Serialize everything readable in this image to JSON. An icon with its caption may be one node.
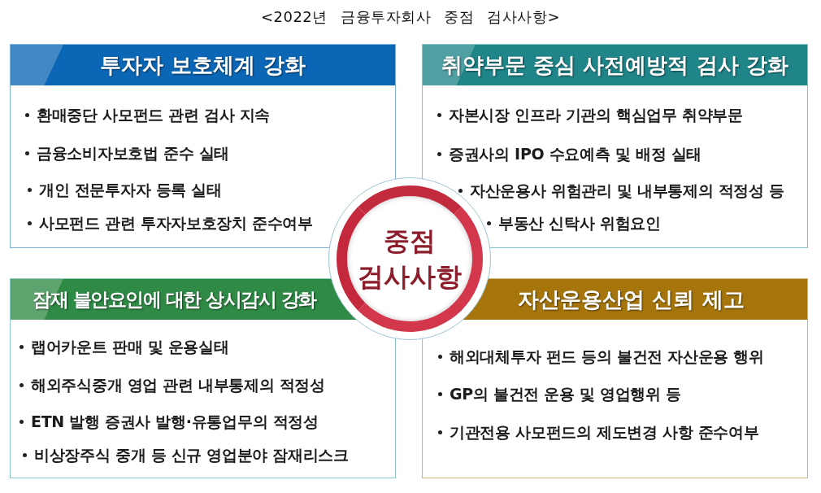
{
  "diagram": {
    "title": "<2022년 금융투자회사 중점 검사사항>",
    "nodes": [
      {
        "text": [
          "투자자 보호체계 강화",
          "환매중단 사모펀드 관련 검사 지속",
          "금융소비자보호법 준수 실태",
          "개인 전문투자자 등록 실태",
          "사모펀드 관련 투자자보호장치 준수여부"
        ]
      },
      {
        "text": [
          "취약부문 중심 사전예방적 검사 강화",
          "자본시장 인프라 기관의 핵심업무 취약부문",
          "증권사의 IPO 수요예측 및 배정 실태",
          "자산운용사 위험관리 및 내부통제의 적정성 등",
          "부동산 신탁사 위험요인"
        ]
      },
      {
        "text": [
          "중점 검사사항"
        ]
      },
      {
        "text": [
          "잠재 불안요인에 대한 상시감시 강화",
          "랩어카운트 판매 및 운용실태",
          "해외주식중개 영업 관련 내부통제의 적정성",
          "ETN 발행 증권사 발행·유통업무의 적정성",
          "비상장주식 중개 등 신규 영업분야 잠재리스크"
        ]
      },
      {
        "text": [
          "자산운용산업 신뢰 제고",
          "해외대체투자 펀드 등의 불건전 자산운용 행위",
          "GP의 불건전 운용 및 영업행위 등",
          "기관전용 사모펀드의 제도변경 사항 준수여부"
        ]
      }
    ]
  }
}
